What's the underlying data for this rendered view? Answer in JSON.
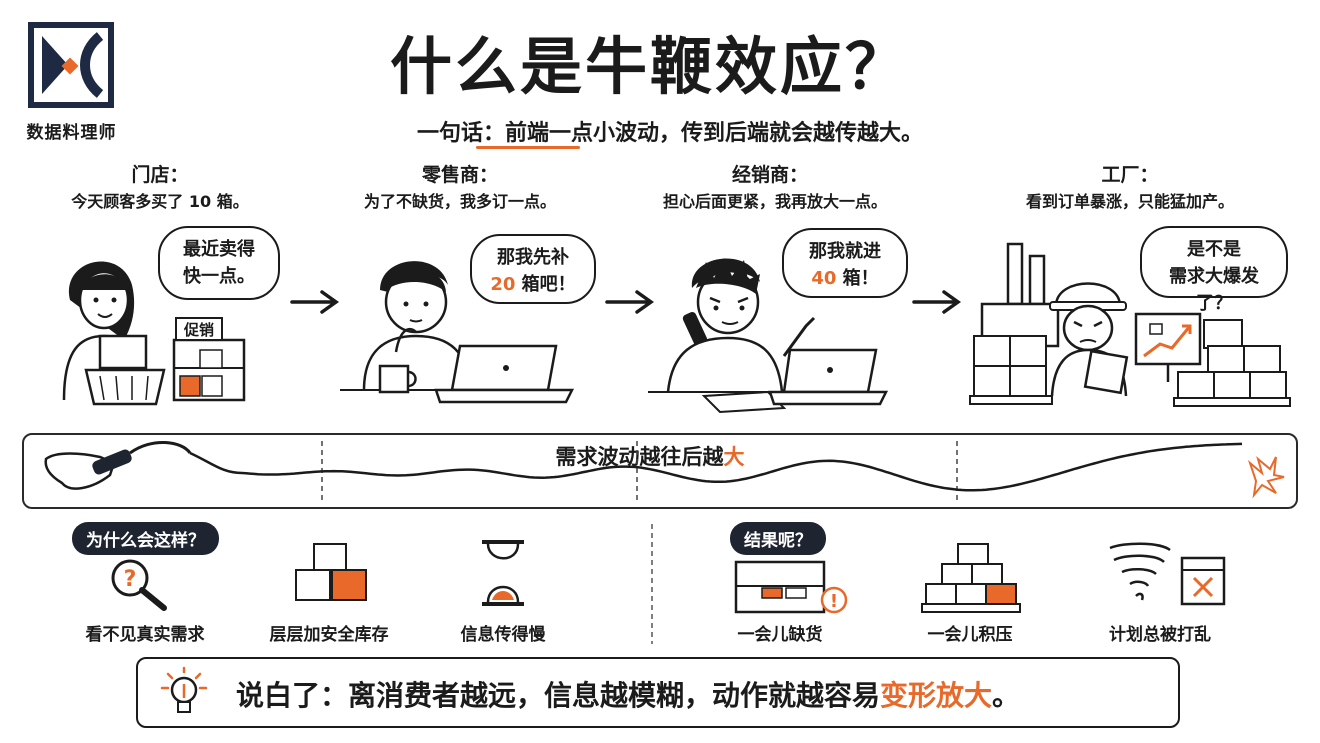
{
  "logo": {
    "text": "数据料理师"
  },
  "title": "什么是牛鞭效应？",
  "subtitle": {
    "prefix": "一句话：",
    "highlight": "前端一点",
    "rest": "小波动，传到后端就会越传越大。"
  },
  "stages": [
    {
      "name": "门店：",
      "desc": "今天顾客多买了 10 箱。",
      "bubble": [
        "最近卖得",
        "快一点。"
      ],
      "sign": "促销"
    },
    {
      "name": "零售商：",
      "desc": "为了不缺货，我多订一点。",
      "bubble_line1": "那我先补",
      "bubble_num": "20",
      "bubble_tail": " 箱吧！"
    },
    {
      "name": "经销商：",
      "desc": "担心后面更紧，我再放大一点。",
      "bubble_line1": "那我就进",
      "bubble_num": "40",
      "bubble_tail": " 箱！"
    },
    {
      "name": "工厂：",
      "desc": "看到订单暴涨，只能猛加产。",
      "bubble": [
        "是不是",
        "需求大爆发了？"
      ]
    }
  ],
  "wave": {
    "label_prefix": "需求波动越往后越",
    "label_emph": "大"
  },
  "why": {
    "pill": "为什么会这样？",
    "items": [
      "看不见真实需求",
      "层层加安全库存",
      "信息传得慢"
    ]
  },
  "result": {
    "pill": "结果呢？",
    "items": [
      "一会儿缺货",
      "一会儿积压",
      "计划总被打乱"
    ]
  },
  "summary": {
    "prefix": "说白了：离消费者越远，信息越模糊，动作就越容易",
    "emph": "变形放大",
    "suffix": "。"
  },
  "colors": {
    "accent": "#e8692a",
    "ink": "#1b1b1b",
    "pill_bg": "#1e2430"
  }
}
